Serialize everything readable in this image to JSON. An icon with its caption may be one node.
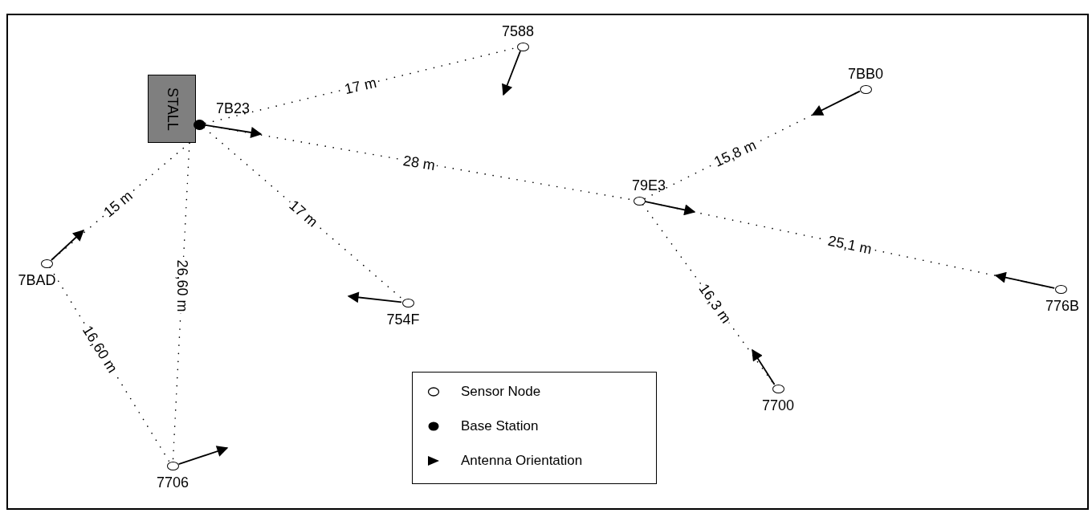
{
  "diagram": {
    "nodes": [
      {
        "text": [
          "STALL"
        ]
      },
      {
        "text": [
          "7B23"
        ]
      },
      {
        "text": [
          "7588"
        ]
      },
      {
        "text": [
          "7BB0"
        ]
      },
      {
        "text": [
          "79E3"
        ]
      },
      {
        "text": [
          "7BAD"
        ]
      },
      {
        "text": [
          "754F"
        ]
      },
      {
        "text": [
          "7700"
        ]
      },
      {
        "text": [
          "776B"
        ]
      },
      {
        "text": [
          "7706"
        ]
      }
    ],
    "edges": [
      {
        "from": 1,
        "to": 2,
        "arrow": "none",
        "label": "17 m"
      },
      {
        "from": 1,
        "to": 4,
        "arrow": "none",
        "label": "28 m"
      },
      {
        "from": 1,
        "to": 6,
        "arrow": "none",
        "label": "17 m"
      },
      {
        "from": 0,
        "to": 5,
        "arrow": "none",
        "label": "15 m"
      },
      {
        "from": 0,
        "to": 9,
        "arrow": "none",
        "label": "26,60 m"
      },
      {
        "from": 4,
        "to": 3,
        "arrow": "none",
        "label": "15,8 m"
      },
      {
        "from": 4,
        "to": 8,
        "arrow": "none",
        "label": "25,1 m"
      },
      {
        "from": 4,
        "to": 7,
        "arrow": "none",
        "label": "16,3 m"
      },
      {
        "from": 5,
        "to": 9,
        "arrow": "none",
        "label": "16,60 m"
      }
    ],
    "legend": [
      {
        "text": "Sensor Node"
      },
      {
        "text": "Base Station"
      },
      {
        "text": "Antenna Orientation"
      }
    ]
  }
}
